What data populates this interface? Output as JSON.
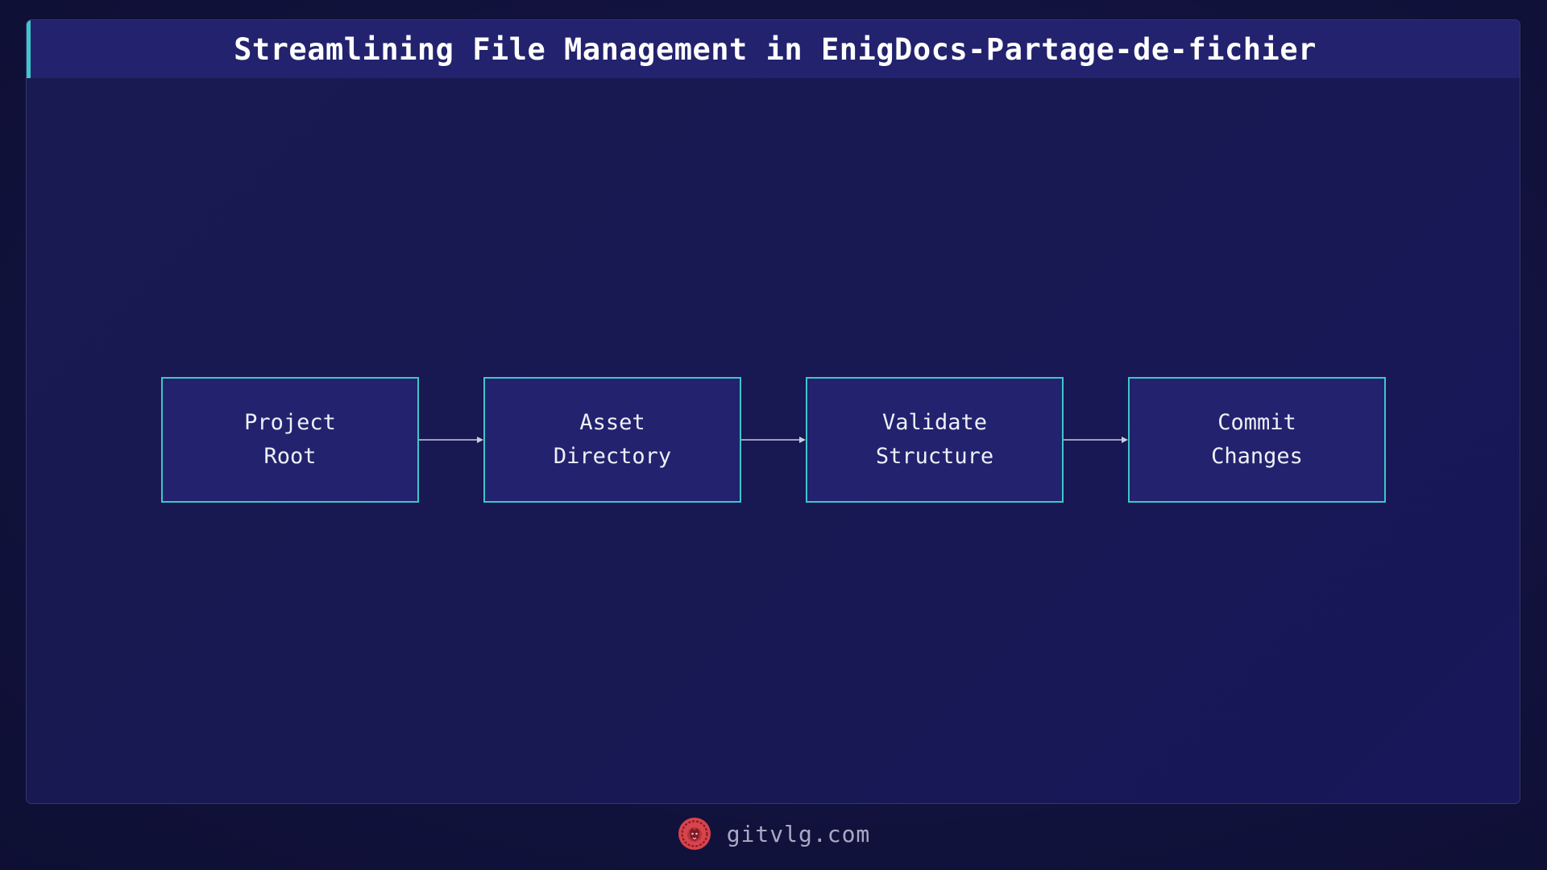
{
  "header": {
    "title": "Streamlining File Management in EnigDocs-Partage-de-fichier"
  },
  "flow": {
    "steps": [
      {
        "lines": [
          "Project",
          "Root"
        ]
      },
      {
        "lines": [
          "Asset",
          "Directory"
        ]
      },
      {
        "lines": [
          "Validate",
          "Structure"
        ]
      },
      {
        "lines": [
          "Commit",
          "Changes"
        ]
      }
    ]
  },
  "footer": {
    "site": "gitvlg.com",
    "logo_icon": "lion-head-icon"
  },
  "colors": {
    "background": "#12133f",
    "panel": "#1a1a52",
    "title_bar": "#22226e",
    "node_fill": "#22226e",
    "accent": "#3fc6c9",
    "connector": "#c9cbe0",
    "logo": "#d9434b"
  }
}
